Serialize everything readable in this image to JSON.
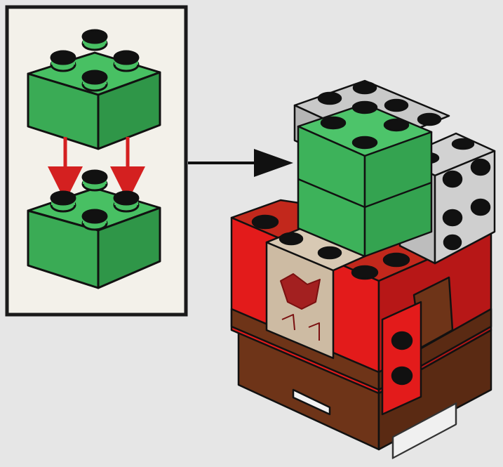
{
  "colors": {
    "background": "#e6e6e6",
    "panel_fill": "#f3f1ea",
    "panel_border": "#1a1a1a",
    "brick_green": "#3fb85c",
    "brick_green_dark": "#2e9a49",
    "arrow_red": "#d42020",
    "brick_red": "#e31b1b",
    "brick_gray": "#c9c9c9",
    "brick_brown": "#7a3a1e",
    "brick_tan": "#cdbba3",
    "outline": "#111111"
  },
  "callout": {
    "steps": [
      {
        "part": "green-2x2-brick",
        "action": "attach-on-top"
      },
      {
        "part": "green-2x2-brick",
        "action": "base"
      }
    ],
    "arrow_count": 2
  },
  "model": {
    "new_part": "green-2x2-brick",
    "existing_parts": [
      "gray-2x4-brick",
      "gray-2x2-brick-with-side-studs",
      "red-body",
      "tan-tile-with-emblem",
      "brown-base"
    ]
  }
}
